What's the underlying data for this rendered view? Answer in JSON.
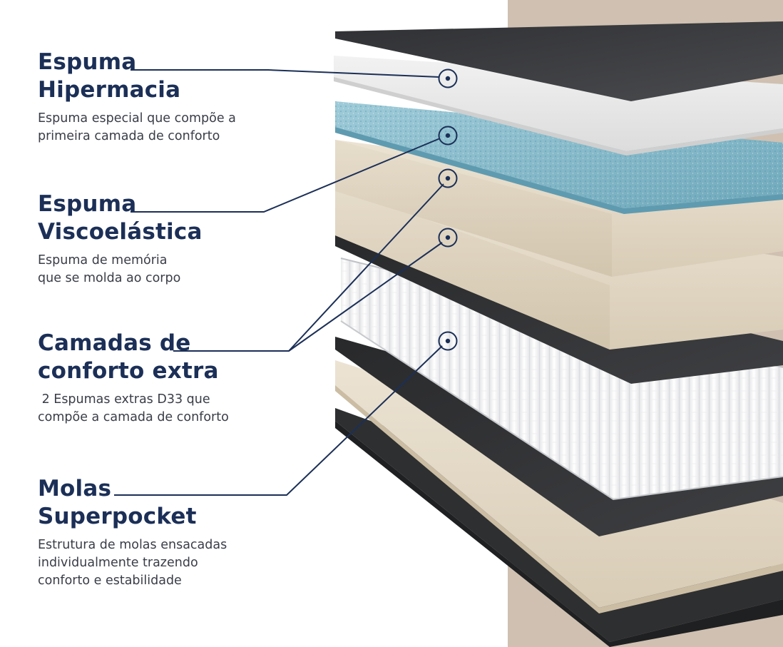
{
  "colors": {
    "navy": "#1b2f57",
    "wall": "#cfc0b1",
    "charcoal": "#3a3b3d",
    "white_foam": "#eeeeee",
    "blue_foam": "#8ec0cf",
    "beige_foam": "#e6dccb"
  },
  "callouts": [
    {
      "title_line1": "Espuma",
      "title_line2": "Hipermacia",
      "desc_line1": "Espuma especial que compõe a",
      "desc_line2": "primeira camada de conforto"
    },
    {
      "title_line1": "Espuma",
      "title_line2": "Viscoelástica",
      "desc_line1": "Espuma de memória",
      "desc_line2": "que se molda ao corpo"
    },
    {
      "title_line1": "Camadas de",
      "title_line2": "conforto extra",
      "desc_line1": " 2 Espumas extras D33 que",
      "desc_line2": "compõe a camada de conforto"
    },
    {
      "title_line1": "Molas",
      "title_line2": "Superpocket",
      "desc_line1": "Estrutura de molas ensacadas",
      "desc_line2": "individualmente trazendo",
      "desc_line3": "conforto e estabilidade"
    }
  ]
}
